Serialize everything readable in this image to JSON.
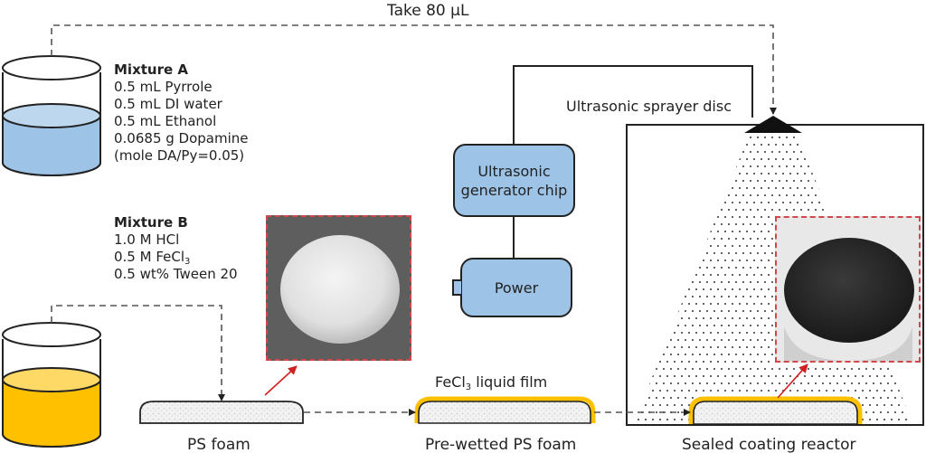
{
  "transfer_label": "Take 80 µL",
  "mixture_a": {
    "title": "Mixture A",
    "lines": [
      "0.5 mL Pyrrole",
      "0.5 mL DI water",
      "0.5 mL Ethanol",
      "0.0685 g Dopamine",
      "(mole DA/Py=0.05)"
    ],
    "liquid_color": "#9dc3e6"
  },
  "mixture_b": {
    "title": "Mixture B",
    "line1": "1.0 M HCl",
    "line2_prefix": "0.5 M FeCl",
    "line2_sub": "3",
    "line3": "0.5 wt% Tween 20",
    "liquid_color": "#ffc000"
  },
  "devices": {
    "generator": "Ultrasonic generator chip",
    "power": "Power",
    "sprayer_label": "Ultrasonic sprayer disc"
  },
  "film_label": {
    "prefix": "FeCl",
    "sub": "3",
    "suffix": " liquid film"
  },
  "stages": {
    "ps_foam": "PS foam",
    "prewetted": "Pre-wetted PS foam",
    "reactor": "Sealed coating reactor"
  },
  "photos": {
    "white_foam": "white PS foam disc photo",
    "black_foam": "black coated foam disc photo"
  },
  "colors": {
    "box_fill": "#9dc3e6",
    "film": "#ffc000",
    "arrow_red": "#d02020",
    "photo_border": "#d04848"
  }
}
